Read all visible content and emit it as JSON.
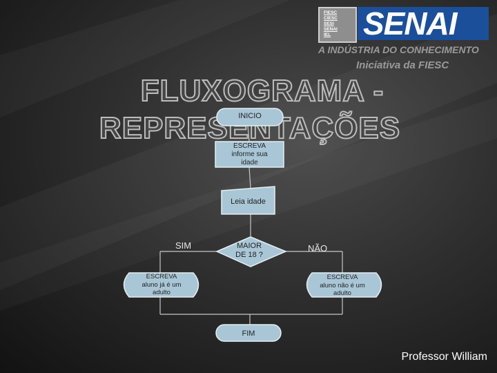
{
  "logo": {
    "small_lines": [
      "FIESC",
      "CIESC",
      "SESI",
      "SENAI",
      "IEL"
    ],
    "brand": "SENAI",
    "tagline": "A INDÚSTRIA DO CONHECIMENTO",
    "initiative": "Iniciativa da FIESC"
  },
  "title": {
    "line1": "FLUXOGRAMA -",
    "line2": "REPRESENTAÇÕES"
  },
  "flowchart": {
    "start": "INICIO",
    "write_prompt": [
      "ESCREVA",
      "informe sua",
      "idade"
    ],
    "read": "Leia idade",
    "decision": [
      "MAIOR",
      "DE 18 ?"
    ],
    "yes_label": "SIM",
    "no_label": "NÃO",
    "write_yes": [
      "ESCREVA",
      "aluno já é um",
      "adulto"
    ],
    "write_no": [
      "ESCREVA",
      "aluno não é um",
      "adulto"
    ],
    "end": "FIM"
  },
  "footer": "Professor William",
  "colors": {
    "shape_fill": "#a9c6d6",
    "shape_stroke": "#e6eef2",
    "connector": "#c8c8c8",
    "senai_blue": "#1c4f9a"
  }
}
